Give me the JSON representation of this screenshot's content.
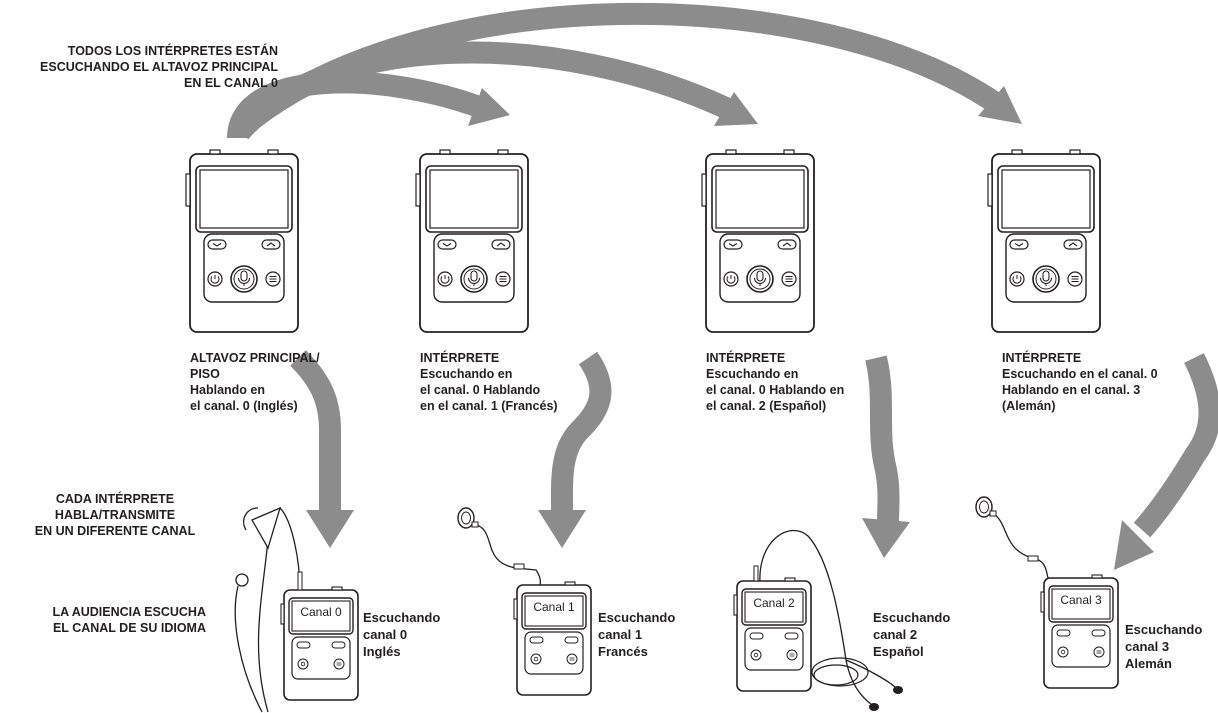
{
  "top_caption": "TODOS LOS INTÉRPRETES ESTÁN\nESCUCHANDO EL ALTAVOZ PRINCIPAL\nEN EL CANAL 0",
  "transmitters": [
    {
      "label": "ALTAVOZ PRINCIPAL/\nPISO\nHablando en\nel canal. 0 (Inglés)"
    },
    {
      "label": "INTÉRPRETE\nEscuchando en\nel canal. 0 Hablando\nen el canal. 1 (Francés)"
    },
    {
      "label": "INTÉRPRETE\nEscuchando en\nel canal. 0 Hablando en\nel canal. 2 (Español)"
    },
    {
      "label": "INTÉRPRETE\nEscuchando en el canal. 0\nHablando en el canal. 3\n(Alemán)"
    }
  ],
  "side_notes": {
    "each_interpreter": "CADA INTÉRPRETE\nHABLA/TRANSMITE\nEN UN DIFERENTE CANAL",
    "audience": "LA AUDIENCIA ESCUCHA\nEL CANAL DE SU IDIOMA"
  },
  "receivers": [
    {
      "screen": "Canal 0",
      "label": "Escuchando\ncanal 0\nInglés",
      "accessory": "lanyard-earhook"
    },
    {
      "screen": "Canal 1",
      "label": "Escuchando\ncanal 1\nFrancés",
      "accessory": "single-earbud"
    },
    {
      "screen": "Canal 2",
      "label": "Escuchando\ncanal 2\nEspañol",
      "accessory": "stereo-earbuds"
    },
    {
      "screen": "Canal 3",
      "label": "Escuchando\ncanal 3\nAlemán",
      "accessory": "single-earbud"
    }
  ],
  "colors": {
    "arrow": "#8c8c8c",
    "line": "#231f20",
    "text": "#231f20"
  }
}
